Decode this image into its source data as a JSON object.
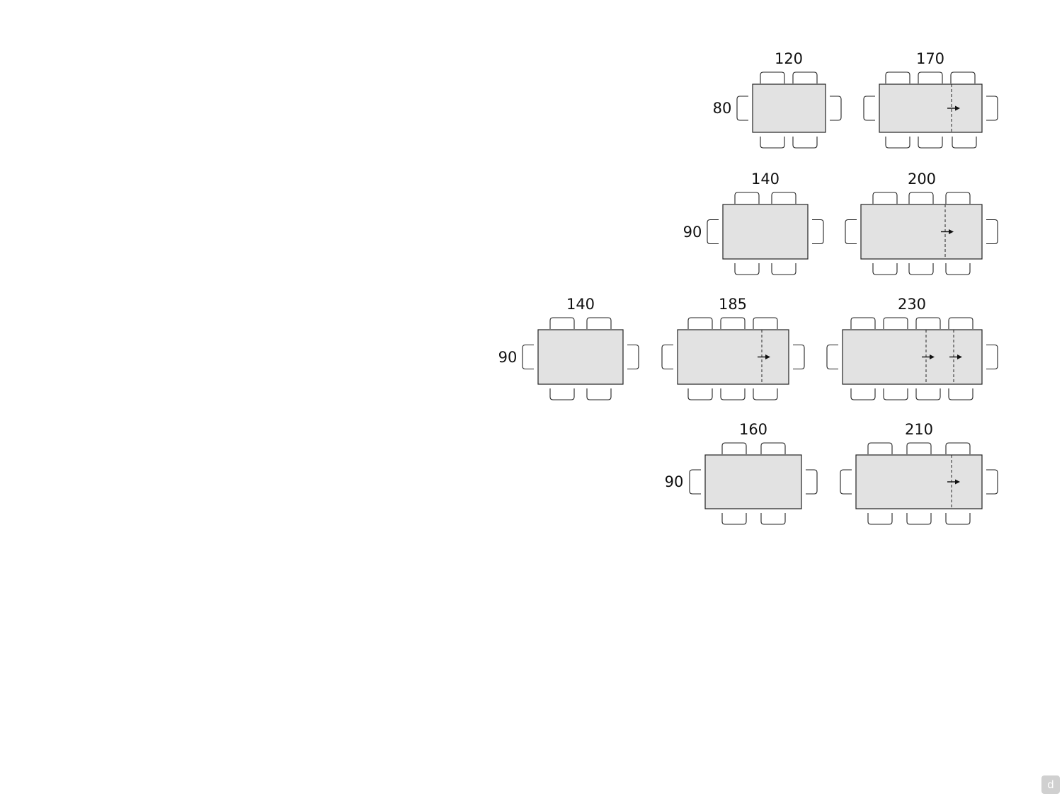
{
  "colors": {
    "table_fill": "#e2e2e2",
    "outline": "#222222",
    "background": "#ffffff"
  },
  "tables": [
    {
      "id": "t-120x80",
      "width_label": "120",
      "depth_label": "80",
      "extensions": 0
    },
    {
      "id": "t-170x80",
      "width_label": "170",
      "depth_label": "",
      "extensions": 1
    },
    {
      "id": "t-140x90a",
      "width_label": "140",
      "depth_label": "90",
      "extensions": 0
    },
    {
      "id": "t-200x90",
      "width_label": "200",
      "depth_label": "",
      "extensions": 1
    },
    {
      "id": "t-140x90b",
      "width_label": "140",
      "depth_label": "90",
      "extensions": 0
    },
    {
      "id": "t-185x90",
      "width_label": "185",
      "depth_label": "",
      "extensions": 1
    },
    {
      "id": "t-230x90",
      "width_label": "230",
      "depth_label": "",
      "extensions": 2
    },
    {
      "id": "t-160x90",
      "width_label": "160",
      "depth_label": "90",
      "extensions": 0
    },
    {
      "id": "t-210x90",
      "width_label": "210",
      "depth_label": "",
      "extensions": 1
    }
  ],
  "corner_badge": {
    "icon": "logo-d-icon",
    "text": "d"
  }
}
